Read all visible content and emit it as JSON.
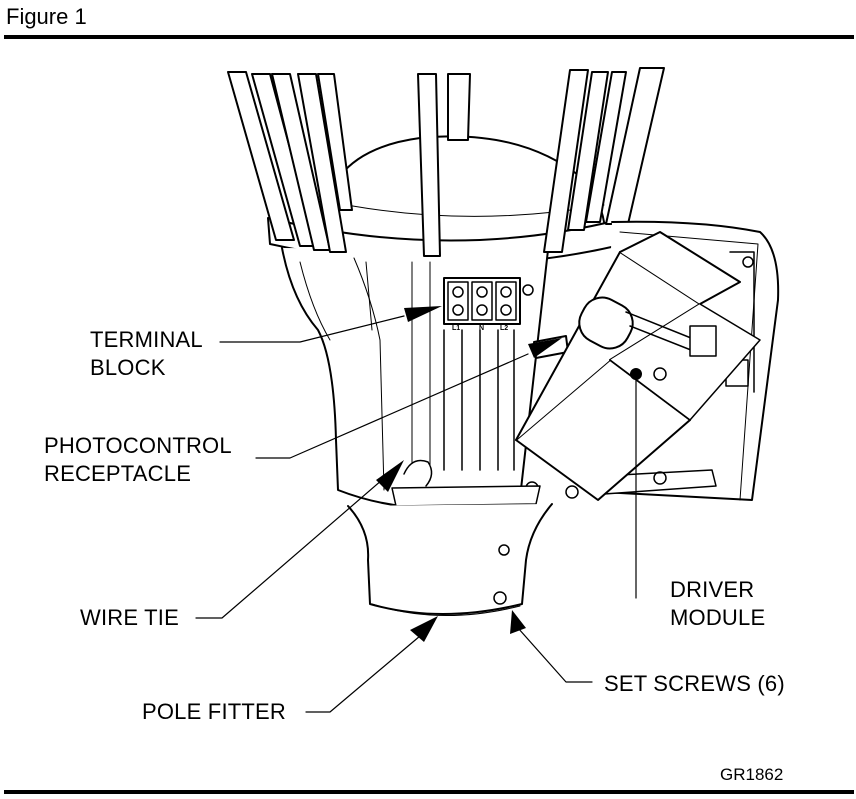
{
  "figure": {
    "title": "Figure 1",
    "reference_code": "GR1862"
  },
  "callouts": {
    "terminal_block": [
      "TERMINAL",
      "BLOCK"
    ],
    "photocontrol_receptacle": [
      "PHOTOCONTROL",
      "RECEPTACLE"
    ],
    "wire_tie": "WIRE TIE",
    "pole_fitter": "POLE FITTER",
    "driver_module": [
      "DRIVER",
      "MODULE"
    ],
    "set_screws": "SET SCREWS (6)"
  },
  "terminal_block_marks": [
    "L1",
    "N",
    "L2"
  ],
  "colors": {
    "ink": "#000000",
    "paper": "#ffffff",
    "shade": "#d9d9d9"
  }
}
